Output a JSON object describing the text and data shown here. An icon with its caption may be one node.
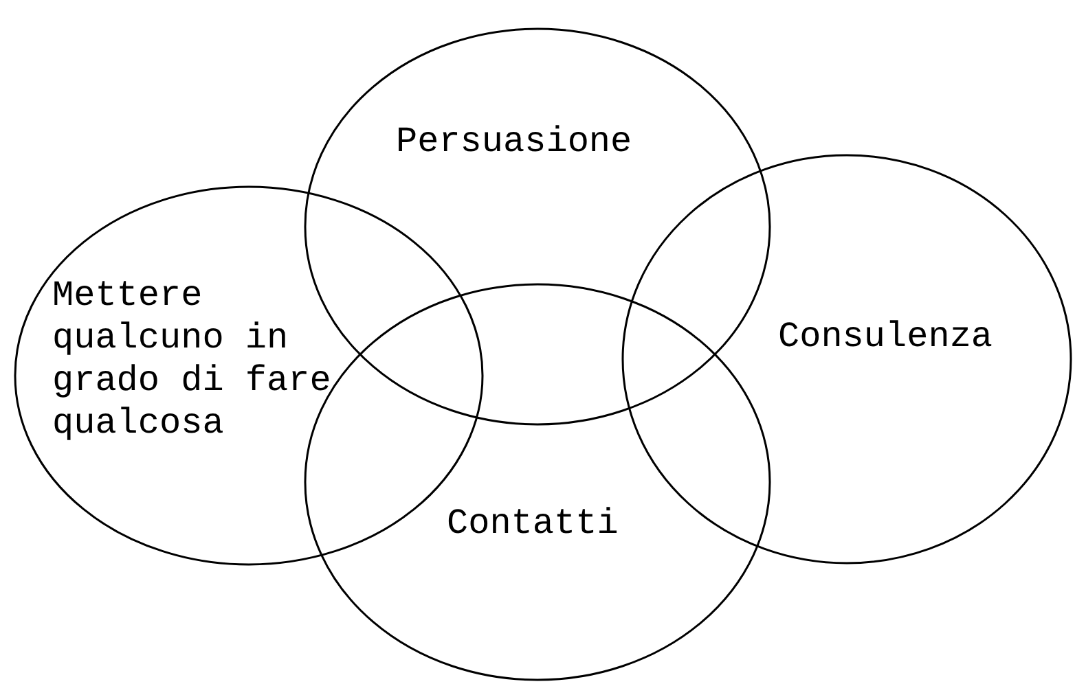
{
  "diagram": {
    "nodes": [
      {
        "text": [
          "Persuasione"
        ]
      },
      {
        "text": [
          "Mettere qualcuno in grado di fare qualcosa"
        ]
      },
      {
        "text": [
          "Consulenza"
        ]
      },
      {
        "text": [
          "Contatti"
        ]
      }
    ]
  }
}
